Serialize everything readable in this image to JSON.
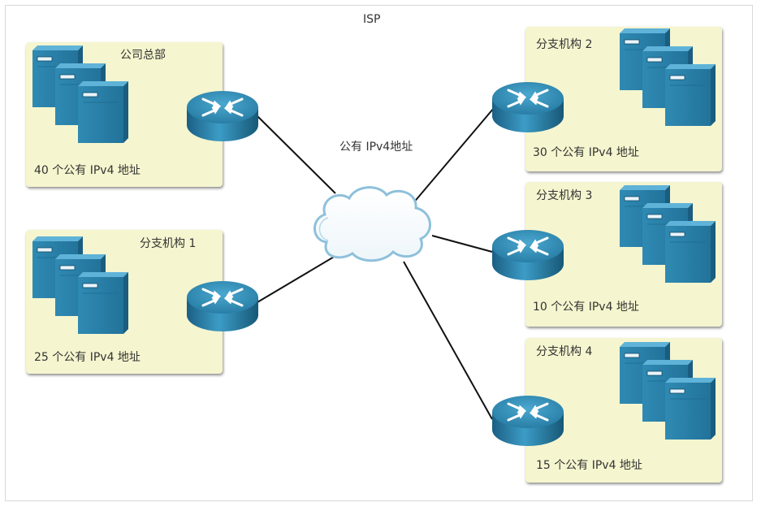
{
  "isp_label": "ISP",
  "cloud_label": "公有 IPv4地址",
  "colors": {
    "box_bg": "#f5f5cf",
    "device_blue": "#2a7fa5",
    "link": "#111111"
  },
  "sites": [
    {
      "id": "hq",
      "title": "公司总部",
      "addresses": "40 个公有 IPv4 地址"
    },
    {
      "id": "branch1",
      "title": "分支机构 1",
      "addresses": "25 个公有 IPv4 地址"
    },
    {
      "id": "branch2",
      "title": "分支机构 2",
      "addresses": "30 个公有 IPv4 地址"
    },
    {
      "id": "branch3",
      "title": "分支机构 3",
      "addresses": "10 个公有 IPv4 地址"
    },
    {
      "id": "branch4",
      "title": "分支机构 4",
      "addresses": "15 个公有 IPv4 地址"
    }
  ]
}
